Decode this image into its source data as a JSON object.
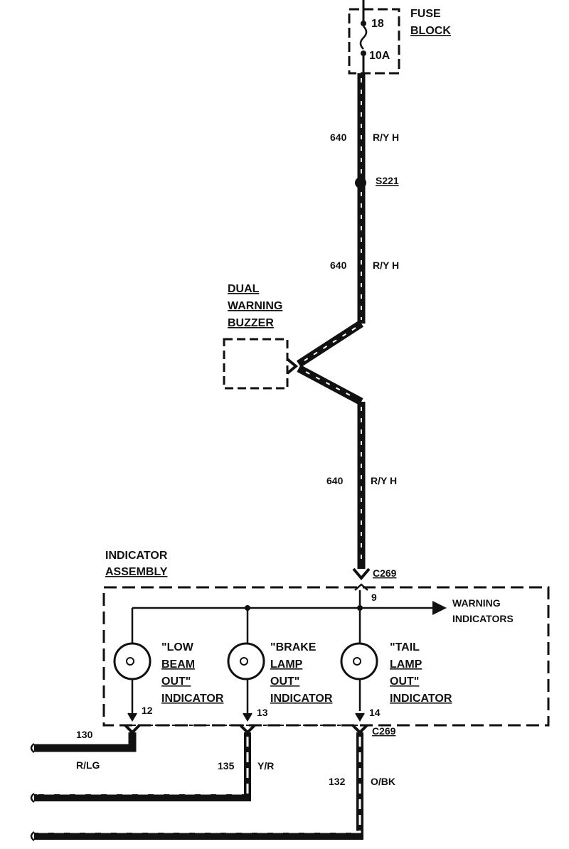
{
  "fuse_block": {
    "title_line1": "FUSE",
    "title_line2": "BLOCK",
    "fuse_number": "18",
    "fuse_rating": "10A"
  },
  "wires": {
    "w640_top": {
      "circuit": "640",
      "color": "R/Y H"
    },
    "w640_mid": {
      "circuit": "640",
      "color": "R/Y H"
    },
    "w640_low": {
      "circuit": "640",
      "color": "R/Y H"
    },
    "w130": {
      "circuit": "130",
      "color": "R/LG"
    },
    "w135": {
      "circuit": "135",
      "color": "Y/R"
    },
    "w132": {
      "circuit": "132",
      "color": "O/BK"
    }
  },
  "splice": {
    "label": "S221"
  },
  "buzzer": {
    "line1": "DUAL",
    "line2": "WARNING",
    "line3": "BUZZER"
  },
  "connector_top": {
    "label": "C269",
    "pin": "9"
  },
  "connector_bottom": {
    "label": "C269"
  },
  "indicator_assembly": {
    "line1": "INDICATOR",
    "line2": "ASSEMBLY"
  },
  "warning_indicators": {
    "line1": "WARNING",
    "line2": "INDICATORS"
  },
  "lamps": [
    {
      "lines": [
        "\"LOW",
        "BEAM",
        "OUT\"",
        "INDICATOR"
      ],
      "pin": "12"
    },
    {
      "lines": [
        "\"BRAKE",
        "LAMP",
        "OUT\"",
        "INDICATOR"
      ],
      "pin": "13"
    },
    {
      "lines": [
        "\"TAIL",
        "LAMP",
        "OUT\"",
        "INDICATOR"
      ],
      "pin": "14"
    }
  ]
}
